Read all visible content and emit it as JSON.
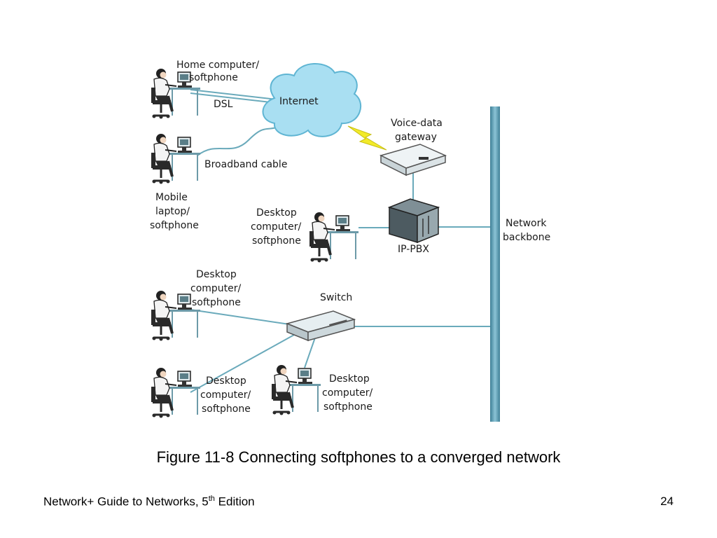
{
  "figure": {
    "caption": "Figure 11-8 Connecting softphones to a converged network",
    "labels": {
      "home_computer": [
        "Home computer/",
        "softphone"
      ],
      "dsl": "DSL",
      "internet": "Internet",
      "broadband": "Broadband cable",
      "mobile_laptop": [
        "Mobile",
        "laptop/",
        "softphone"
      ],
      "gateway": [
        "Voice-data",
        "gateway"
      ],
      "desktop_pbx": [
        "Desktop",
        "computer/",
        "softphone"
      ],
      "ip_pbx": "IP-PBX",
      "backbone": [
        "Network",
        "backbone"
      ],
      "switch": "Switch",
      "desktop_switch_top": [
        "Desktop",
        "computer/",
        "softphone"
      ],
      "desktop_switch_left": [
        "Desktop",
        "computer/",
        "softphone"
      ],
      "desktop_switch_right": [
        "Desktop",
        "computer/",
        "softphone"
      ]
    }
  },
  "footer": {
    "book_title_before": "Network+ Guide to Networks, 5",
    "book_title_sup": "th",
    "book_title_after": " Edition",
    "page_number": "24"
  },
  "colors": {
    "line": "#6aaabb",
    "cloud": "#a9dff2",
    "backbone": "#5f9fb5",
    "lightning": "#f2ea2a"
  }
}
